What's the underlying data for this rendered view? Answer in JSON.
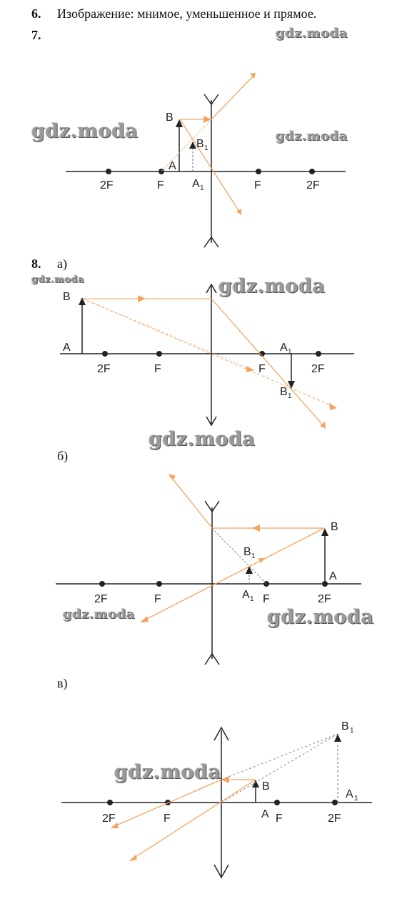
{
  "questions": {
    "q6": {
      "number": "6.",
      "text": "Изображение: мнимое, уменьшенное и прямое."
    },
    "q7": {
      "number": "7."
    },
    "q8": {
      "number": "8.",
      "part_a": "а)",
      "part_b": "б)",
      "part_c": "в)"
    }
  },
  "labels": {
    "two_f": "2F",
    "f": "F",
    "a": "A",
    "b": "B",
    "a1": "A",
    "b1": "B",
    "sub1": "1"
  },
  "watermark": "gdz.moda",
  "colors": {
    "ray": "#f4a460",
    "line": "#222222",
    "dashed": "#888888"
  }
}
